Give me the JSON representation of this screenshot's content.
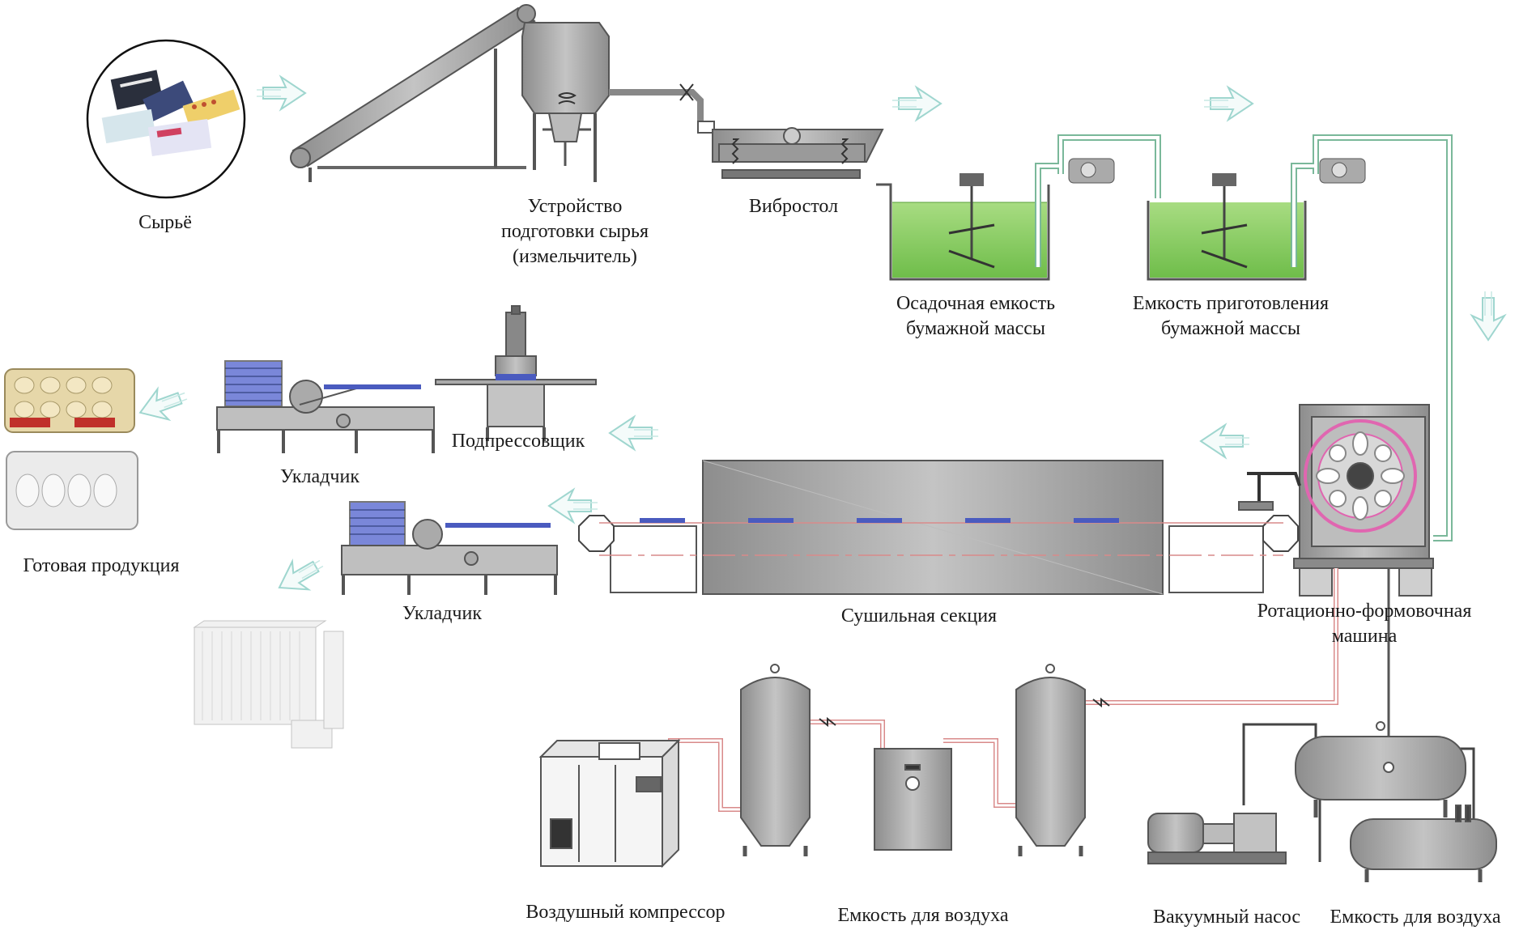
{
  "labels": {
    "raw_material": "Сырьё",
    "prep_line1": "Устройство",
    "prep_line2": "подготовки сырья",
    "prep_line3": "(измельчитель)",
    "vibro_table": "Вибростол",
    "settling_line1": "Осадочная емкость",
    "settling_line2": "бумажной массы",
    "pulp_prep_line1": "Емкость приготовления",
    "pulp_prep_line2": "бумажной массы",
    "stacker_top": "Укладчик",
    "hot_press": "Подпрессовщик",
    "finished_products": "Готовая продукция",
    "stacker_bottom": "Укладчик",
    "drying_section": "Сушильная секция",
    "rotary_line1": "Ротационно-формовочная",
    "rotary_line2": "машина",
    "air_compressor": "Воздушный компрессор",
    "air_tank_mid": "Емкость для воздуха",
    "vacuum_pump": "Вакуумный насос",
    "air_tank_right": "Емкость для воздуха"
  },
  "colors": {
    "machine_fill": "#a9a9a9",
    "machine_stroke": "#555555",
    "water": "#8fd06a",
    "pipe_green": "#7ab89a",
    "pipe_red": "#d98a8a",
    "arrow_outline": "#9fd6cf",
    "mold_pink": "#e066b0"
  }
}
